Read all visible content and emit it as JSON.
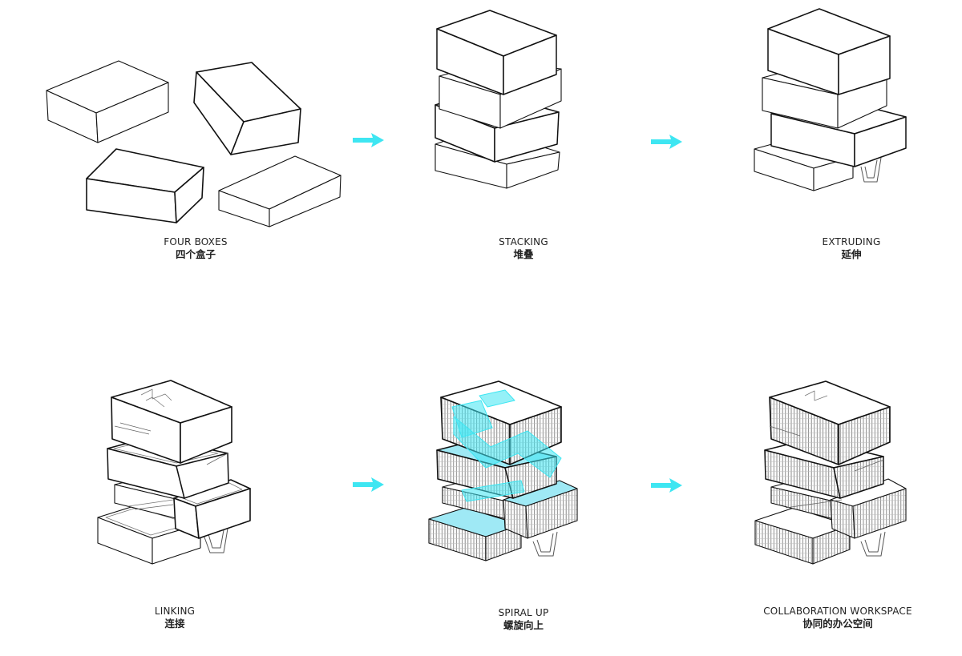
{
  "colors": {
    "accent": "#3ee6f2",
    "line": "#111111",
    "line_light": "#8a8a8a",
    "glass": "#9fe9f5"
  },
  "steps": [
    {
      "en": "FOUR BOXES",
      "zh": "四个盒子"
    },
    {
      "en": "STACKING",
      "zh": "堆叠"
    },
    {
      "en": "EXTRUDING",
      "zh": "延伸"
    },
    {
      "en": "LINKING",
      "zh": "连接"
    },
    {
      "en": "SPIRAL UP",
      "zh": "螺旋向上"
    },
    {
      "en": "COLLABORATION WORKSPACE",
      "zh": "协同的办公空间"
    }
  ],
  "arrows": [
    {
      "icon": "arrow-right-icon"
    },
    {
      "icon": "arrow-right-icon"
    },
    {
      "icon": "arrow-right-icon"
    },
    {
      "icon": "arrow-right-icon"
    }
  ]
}
